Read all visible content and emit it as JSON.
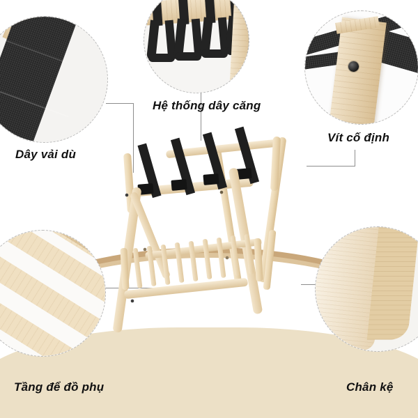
{
  "page": {
    "type": "product-infographic",
    "product": "folding wooden luggage rack",
    "background_color": "#ffffff",
    "ground_color": "#ece0c6",
    "arc_color": "#c9a77a",
    "wood_color": "#e9d3ab",
    "strap_color": "#2f2f2f",
    "connector_color": "#8d8d8d"
  },
  "callouts": [
    {
      "id": "strap-fabric",
      "label": "Dây vải dù",
      "position": "top-left",
      "detail": "close-up of black woven parachute-fabric webbing strap"
    },
    {
      "id": "tension-strap-system",
      "label": "Hệ thống dây căng",
      "position": "top-center",
      "detail": "four black straps looped and buckled over the wooden top rail"
    },
    {
      "id": "fixing-screw",
      "label": "Vít cố định",
      "position": "top-right",
      "detail": "wooden leg post with a dark metal fixing screw head"
    },
    {
      "id": "accessory-shelf",
      "label": "Tầng để đồ phụ",
      "position": "bottom-left",
      "detail": "close-up of the slatted lower wooden shelf"
    },
    {
      "id": "rack-foot",
      "label": "Chân kệ",
      "position": "bottom-right",
      "detail": "close-up of the rounded wooden leg foot end"
    }
  ],
  "product_detail": {
    "top_straps_count": 4,
    "shelf_slats_count": 9,
    "frame_style": "X-frame folding",
    "material": "natural solid wood"
  }
}
